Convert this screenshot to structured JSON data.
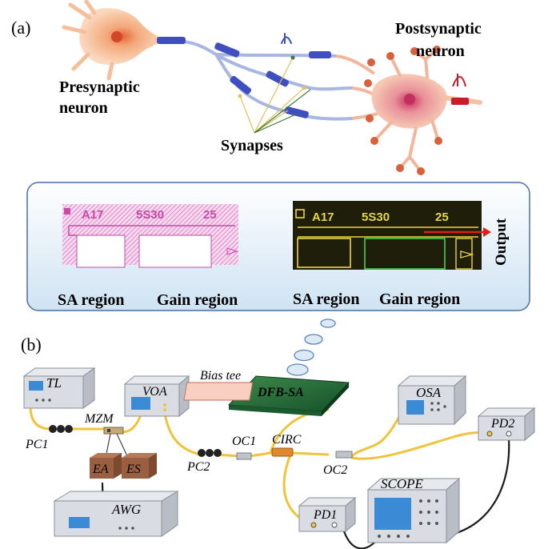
{
  "panel_a": {
    "label": "(a)",
    "presynaptic_line1": "Presynaptic",
    "presynaptic_line2": "neuron",
    "postsynaptic_line1": "Postsynaptic",
    "postsynaptic_line2": "neuron",
    "synapses": "Synapses"
  },
  "chip_inset": {
    "mask_chip_id": "A17",
    "mask_chip_code": "5S30",
    "mask_chip_num": "25",
    "photo_chip_id": "A17",
    "photo_chip_code": "5S30",
    "photo_chip_num": "25",
    "output": "Output",
    "left_sa_region": "SA region",
    "left_gain_region": "Gain region",
    "right_sa_region": "SA region",
    "right_gain_region": "Gain region"
  },
  "panel_b": {
    "label": "(b)",
    "tl": "TL",
    "pc1": "PC1",
    "mzm": "MZM",
    "ea": "EA",
    "es": "ES",
    "awg": "AWG",
    "voa": "VOA",
    "bias_tee": "Bias tee",
    "dfb_sa": "DFB-SA",
    "pc2": "PC2",
    "oc1": "OC1",
    "circ": "CIRC",
    "oc2": "OC2",
    "osa": "OSA",
    "pd2": "PD2",
    "pd1": "PD1",
    "scope": "SCOPE"
  }
}
